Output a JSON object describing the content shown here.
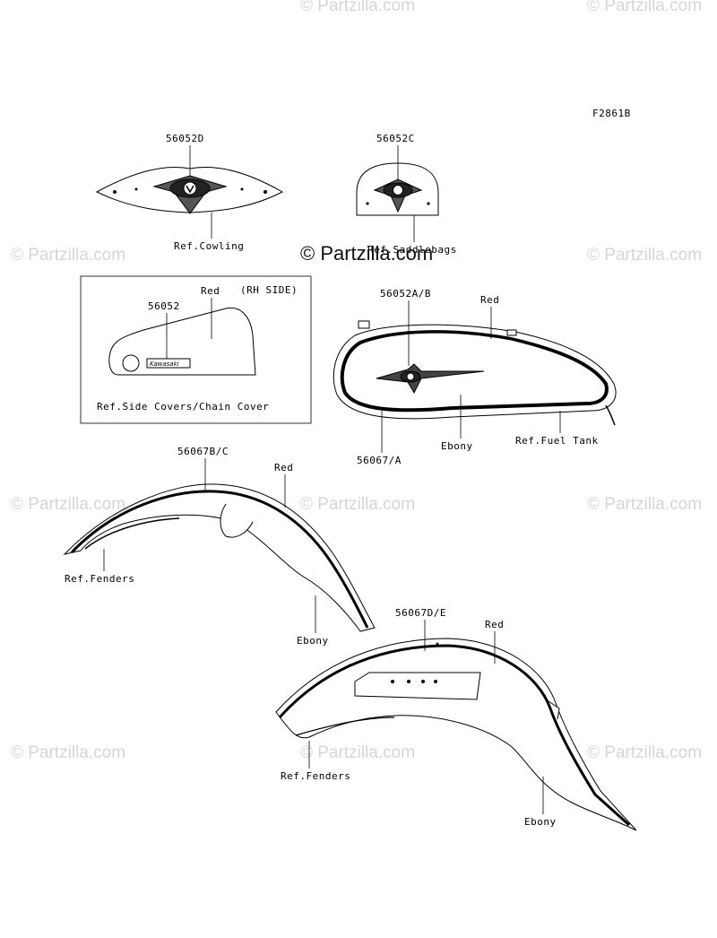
{
  "diagram_code": "F2861B",
  "watermark": "© Partzilla.com",
  "rh_side": "(RH SIDE)",
  "labels": {
    "p56052D": "56052D",
    "p56052C": "56052C",
    "ref_cowling": "Ref.Cowling",
    "ref_saddlebags": "Ref.Saddlebags",
    "p56052": "56052",
    "red_side": "Red",
    "ref_side_covers": "Ref.Side Covers/Chain Cover",
    "p56052AB": "56052A/B",
    "red_tank": "Red",
    "ebony_tank": "Ebony",
    "ref_fuel_tank": "Ref.Fuel Tank",
    "p56067A": "56067/A",
    "p56067BC": "56067B/C",
    "red_front": "Red",
    "ref_fenders_front": "Ref.Fenders",
    "ebony_front": "Ebony",
    "p56067DE": "56067D/E",
    "red_rear": "Red",
    "ref_fenders_rear": "Ref.Fenders",
    "ebony_rear": "Ebony"
  },
  "emblem_text": "Kawasaki"
}
